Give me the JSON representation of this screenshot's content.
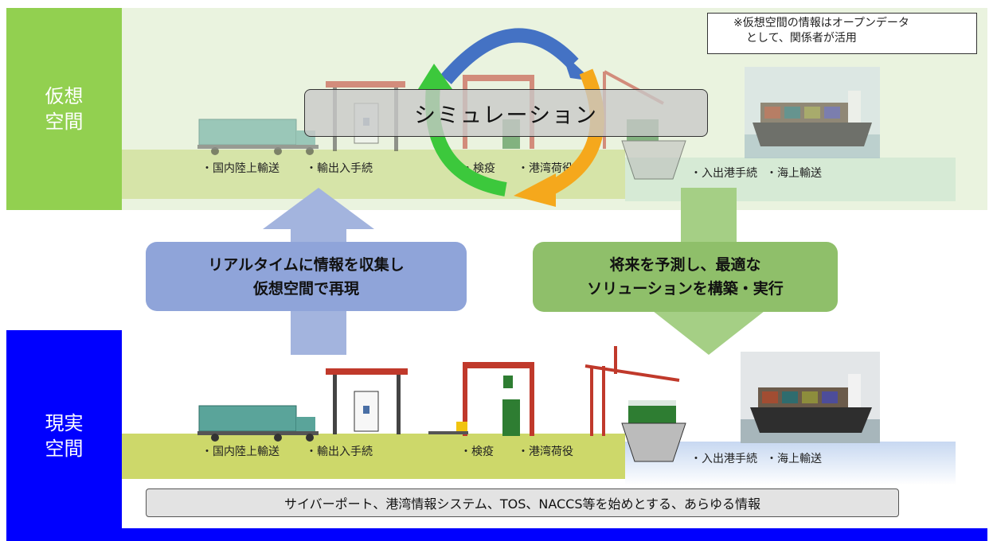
{
  "virtual": {
    "label": "仮想\n空間",
    "note_line1": "※仮想空間の情報はオープンデータ",
    "note_line2": "として、関係者が活用",
    "simulation": "シミュレーション",
    "land_labels": [
      "・国内陸上輸送",
      "・輸出入手続",
      "・検疫",
      "・港湾荷役"
    ],
    "sea_labels": [
      "・入出港手続",
      "・海上輸送"
    ]
  },
  "real": {
    "label": "現実\n空間",
    "land_labels": [
      "・国内陸上輸送",
      "・輸出入手続",
      "・検疫",
      "・港湾荷役"
    ],
    "sea_labels": [
      "・入出港手続",
      "・海上輸送"
    ],
    "info_bar": "サイバーポート、港湾情報システム、TOS、NACCS等を始めとする、あらゆる情報"
  },
  "arrows": {
    "up_line1": "リアルタイムに情報を収集し",
    "up_line2": "仮想空間で再現",
    "down_line1": "将来を予測し、最適な",
    "down_line2": "ソリューションを構築・実行"
  },
  "colors": {
    "virtual_green": "#92d050",
    "real_blue": "#0000ff",
    "up_arrow": "#8fa4d9",
    "down_arrow": "#8fbf6a",
    "cycle_blue": "#4472c4",
    "cycle_orange": "#f5a81c",
    "cycle_green": "#3cc83c"
  }
}
